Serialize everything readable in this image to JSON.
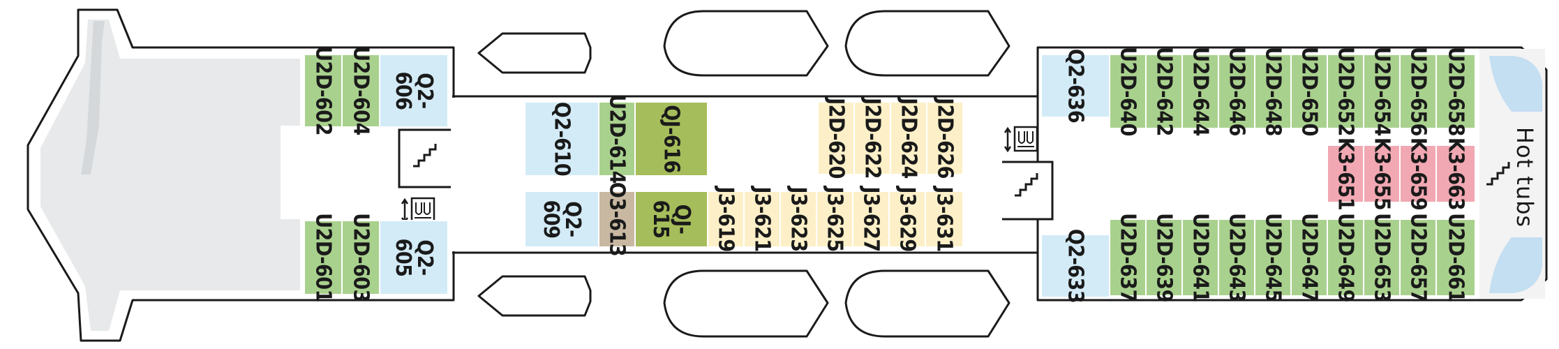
{
  "colors": {
    "outline": "#1a1a1a",
    "bow": "#e7e9ea",
    "bow_inner": "#d5d8da",
    "hotTubWater": "#c4def2",
    "hotTubArea": "#f3f3f3",
    "categories": {
      "U2D": "#a9d18e",
      "Q2": "#d3ebf7",
      "QJ": "#a6bd5b",
      "J2D": "#fdf0c8",
      "J3": "#fdf0c8",
      "O3": "#c8b8a2",
      "K3": "#f1a8b2"
    }
  },
  "icons": [
    "stairs-icon",
    "elevator-icon",
    "lifeboat-icon"
  ],
  "hot_tubs": {
    "label": "Hot tubs"
  },
  "cabins": [
    {
      "id": "U2D-602",
      "category": "U2D"
    },
    {
      "id": "U2D-604",
      "category": "U2D"
    },
    {
      "id": "Q2-606",
      "category": "Q2",
      "lines": [
        "Q2-",
        "606"
      ]
    },
    {
      "id": "U2D-601",
      "category": "U2D"
    },
    {
      "id": "U2D-603",
      "category": "U2D"
    },
    {
      "id": "Q2-605",
      "category": "Q2",
      "lines": [
        "Q2-",
        "605"
      ]
    },
    {
      "id": "Q2-610",
      "category": "Q2"
    },
    {
      "id": "U2D-614",
      "category": "U2D"
    },
    {
      "id": "QJ-616",
      "category": "QJ"
    },
    {
      "id": "J2D-620",
      "category": "J2D"
    },
    {
      "id": "J2D-622",
      "category": "J2D"
    },
    {
      "id": "J2D-624",
      "category": "J2D"
    },
    {
      "id": "J2D-626",
      "category": "J2D"
    },
    {
      "id": "Q2-609",
      "category": "Q2",
      "lines": [
        "Q2-",
        "609"
      ]
    },
    {
      "id": "O3-613",
      "category": "O3"
    },
    {
      "id": "QJ-615",
      "category": "QJ",
      "lines": [
        "QJ-",
        "615"
      ]
    },
    {
      "id": "J3-619",
      "category": "J3"
    },
    {
      "id": "J3-621",
      "category": "J3"
    },
    {
      "id": "J3-623",
      "category": "J3"
    },
    {
      "id": "J3-625",
      "category": "J3"
    },
    {
      "id": "J3-627",
      "category": "J3"
    },
    {
      "id": "J3-629",
      "category": "J3"
    },
    {
      "id": "J3-631",
      "category": "J3"
    },
    {
      "id": "Q2-636",
      "category": "Q2"
    },
    {
      "id": "U2D-640",
      "category": "U2D"
    },
    {
      "id": "U2D-642",
      "category": "U2D"
    },
    {
      "id": "U2D-644",
      "category": "U2D"
    },
    {
      "id": "U2D-646",
      "category": "U2D"
    },
    {
      "id": "U2D-648",
      "category": "U2D"
    },
    {
      "id": "U2D-650",
      "category": "U2D"
    },
    {
      "id": "U2D-652",
      "category": "U2D"
    },
    {
      "id": "U2D-654",
      "category": "U2D"
    },
    {
      "id": "U2D-656",
      "category": "U2D"
    },
    {
      "id": "U2D-658",
      "category": "U2D"
    },
    {
      "id": "K3-651",
      "category": "K3"
    },
    {
      "id": "K3-655",
      "category": "K3"
    },
    {
      "id": "K3-659",
      "category": "K3"
    },
    {
      "id": "K3-663",
      "category": "K3"
    },
    {
      "id": "Q2-633",
      "category": "Q2"
    },
    {
      "id": "U2D-637",
      "category": "U2D"
    },
    {
      "id": "U2D-639",
      "category": "U2D"
    },
    {
      "id": "U2D-641",
      "category": "U2D"
    },
    {
      "id": "U2D-643",
      "category": "U2D"
    },
    {
      "id": "U2D-645",
      "category": "U2D"
    },
    {
      "id": "U2D-647",
      "category": "U2D"
    },
    {
      "id": "U2D-649",
      "category": "U2D"
    },
    {
      "id": "U2D-653",
      "category": "U2D"
    },
    {
      "id": "U2D-657",
      "category": "U2D"
    },
    {
      "id": "U2D-661",
      "category": "U2D"
    }
  ]
}
